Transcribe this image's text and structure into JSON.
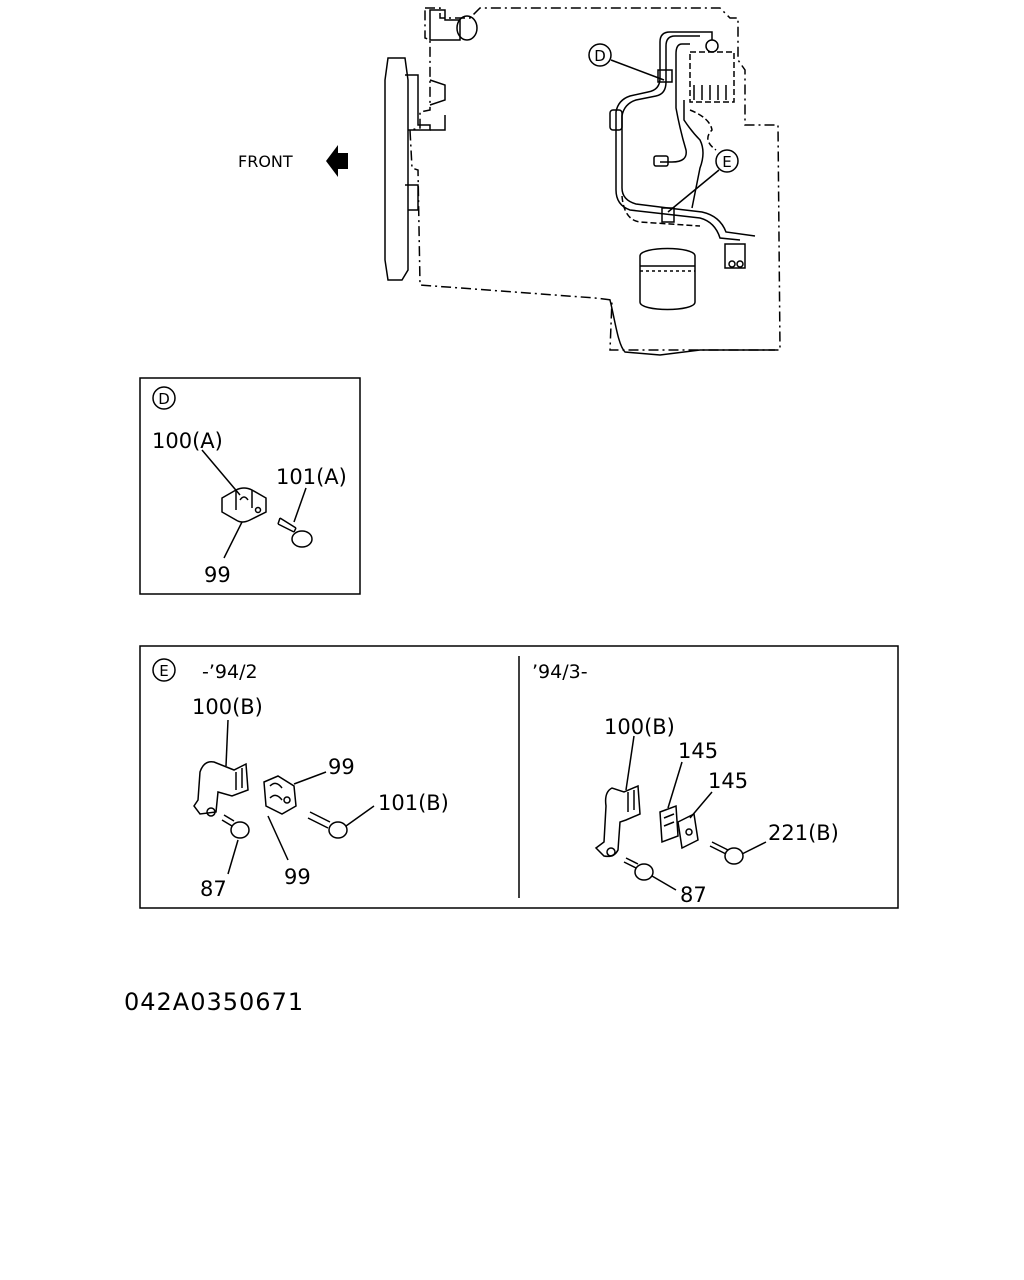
{
  "diagram": {
    "front_label": "FRONT",
    "callouts": {
      "d": "D",
      "e": "E"
    },
    "detail_d": {
      "marker": "D",
      "labels": {
        "clip": "100(A)",
        "bolt": "101(A)",
        "clamp": "99"
      }
    },
    "detail_e": {
      "marker": "E",
      "left": {
        "date": "-’94/2",
        "labels": {
          "bracket": "100(B)",
          "clamp_top": "99",
          "bolt": "101(B)",
          "clamp_bottom": "99",
          "bolt_small": "87"
        }
      },
      "right": {
        "date": "’94/3-",
        "labels": {
          "bracket": "100(B)",
          "clip_a": "145",
          "clip_b": "145",
          "bolt": "221(B)",
          "bolt_small": "87"
        }
      }
    },
    "drawing_code": "042A0350671"
  }
}
